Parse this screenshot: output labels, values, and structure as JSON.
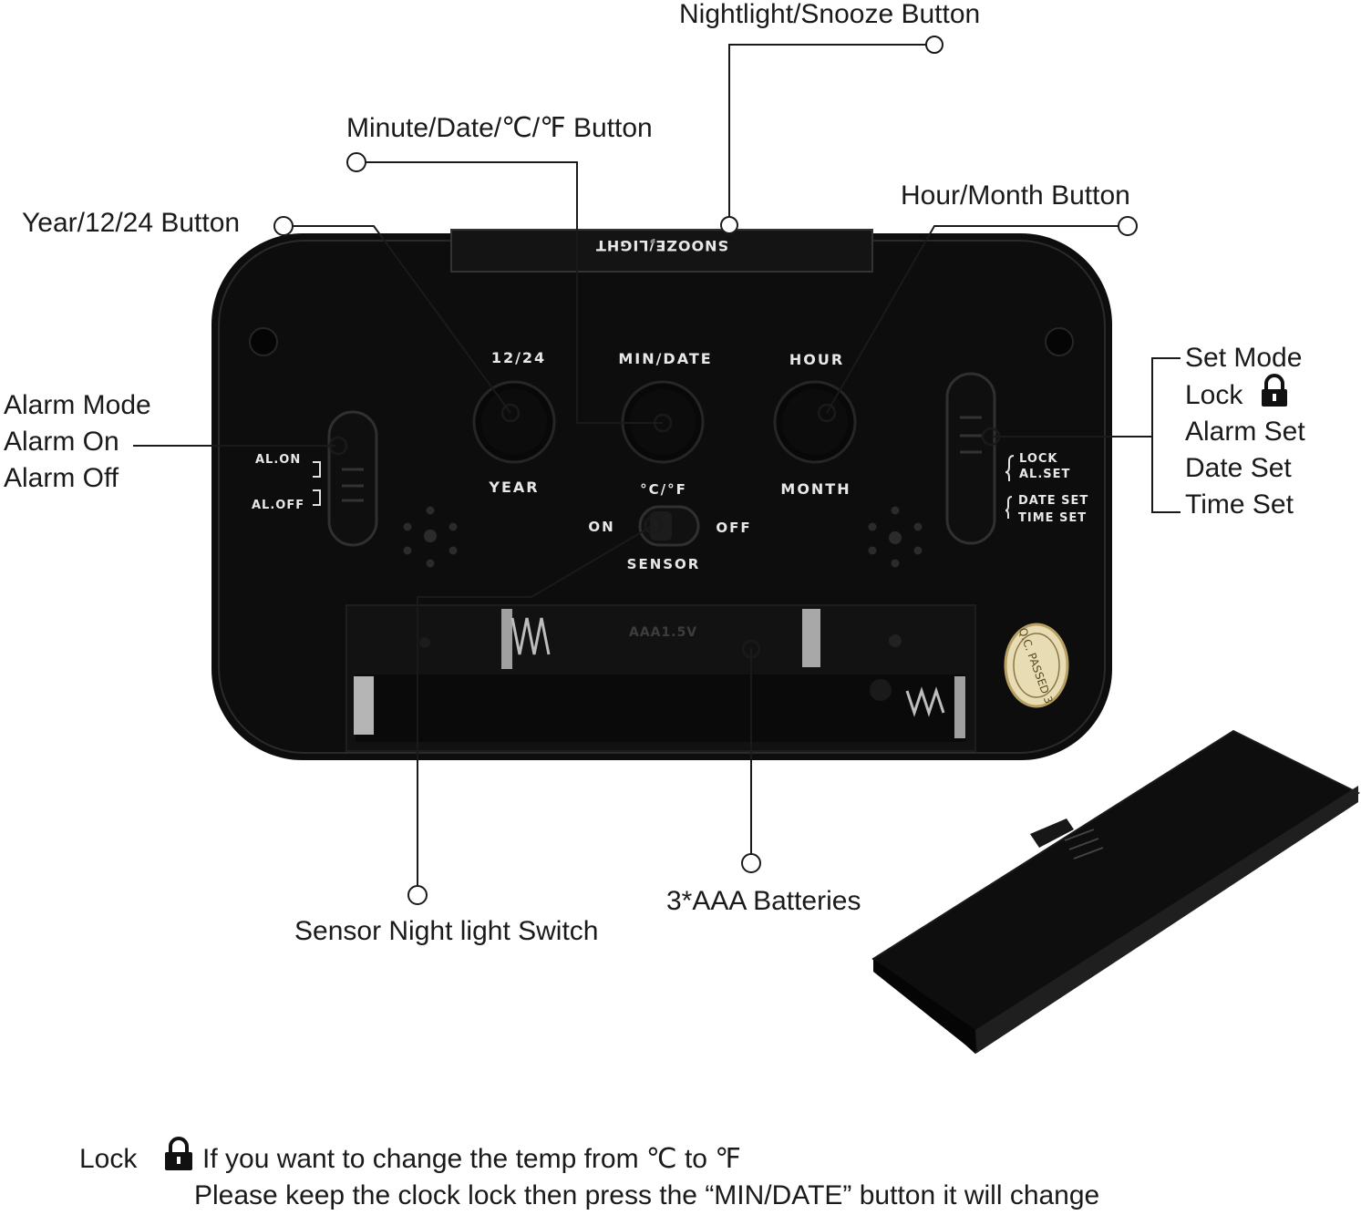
{
  "callouts": {
    "nightlight_snooze": "Nightlight/Snooze Button",
    "minute_date": "Minute/Date/℃/℉ Button",
    "year_1224": "Year/12/24 Button",
    "hour_month": "Hour/Month Button",
    "alarm_mode": [
      "Alarm Mode",
      "Alarm On",
      "Alarm Off"
    ],
    "set_mode": [
      "Set Mode",
      "Lock",
      "Alarm Set",
      "Date Set",
      "Time Set"
    ],
    "sensor_switch": "Sensor Night light Switch",
    "batteries": "3*AAA Batteries"
  },
  "device": {
    "snooze_bar": "SNOOZE/LIGHT",
    "btn_left_top": "12/24",
    "btn_left_bottom": "YEAR",
    "btn_mid_top": "MIN/DATE",
    "btn_mid_bottom": "°C/°F",
    "btn_right_top": "HOUR",
    "btn_right_bottom": "MONTH",
    "alarm_on": "AL.ON",
    "alarm_off": "AL.OFF",
    "sensor_on": "ON",
    "sensor_off": "OFF",
    "sensor": "SENSOR",
    "mode_lock": "LOCK",
    "mode_alset": "AL.SET",
    "mode_dateset": "DATE SET",
    "mode_timeset": "TIME SET",
    "battery_mark": "AAA1.5V",
    "qc_seal": "Q.C. PASSED 3"
  },
  "note": {
    "line1": "If you want to change the temp from ℃ to ℉",
    "line1_prefix": "Lock",
    "line2": "Please keep the clock lock then press the “MIN/DATE” button it will change"
  },
  "icons": [
    "lock-icon"
  ]
}
